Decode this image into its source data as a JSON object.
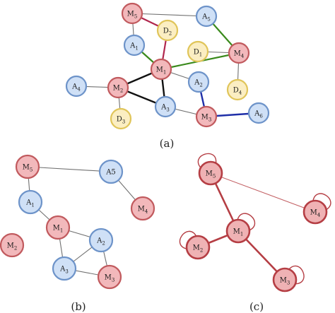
{
  "panels": [
    {
      "id": "a",
      "label": "(a)",
      "nodes": [
        {
          "id": "M5",
          "base": "M",
          "sub": "5",
          "type": "M"
        },
        {
          "id": "D2",
          "base": "D",
          "sub": "2",
          "type": "D"
        },
        {
          "id": "A5",
          "base": "A",
          "sub": "5",
          "type": "A"
        },
        {
          "id": "A1",
          "base": "A",
          "sub": "1",
          "type": "A"
        },
        {
          "id": "D1",
          "base": "D",
          "sub": "1",
          "type": "D"
        },
        {
          "id": "M4",
          "base": "M",
          "sub": "4",
          "type": "M"
        },
        {
          "id": "M1",
          "base": "M",
          "sub": "1",
          "type": "M"
        },
        {
          "id": "A4",
          "base": "A",
          "sub": "4",
          "type": "A"
        },
        {
          "id": "M2",
          "base": "M",
          "sub": "2",
          "type": "M"
        },
        {
          "id": "A2",
          "base": "A",
          "sub": "2",
          "type": "A"
        },
        {
          "id": "D4",
          "base": "D",
          "sub": "4",
          "type": "D"
        },
        {
          "id": "A3",
          "base": "A",
          "sub": "3",
          "type": "A"
        },
        {
          "id": "D3",
          "base": "D",
          "sub": "3",
          "type": "D"
        },
        {
          "id": "M3",
          "base": "M",
          "sub": "3",
          "type": "M"
        },
        {
          "id": "A6",
          "base": "A",
          "sub": "6",
          "type": "A"
        }
      ],
      "edges": [
        {
          "from": "M5",
          "to": "A5",
          "kind": "plain"
        },
        {
          "from": "M5",
          "to": "D2",
          "kind": "red"
        },
        {
          "from": "M5",
          "to": "A1",
          "kind": "plain"
        },
        {
          "from": "D2",
          "to": "M1",
          "kind": "red"
        },
        {
          "from": "A1",
          "to": "M1",
          "kind": "green"
        },
        {
          "from": "A5",
          "to": "M4",
          "kind": "green"
        },
        {
          "from": "D1",
          "to": "M4",
          "kind": "plain"
        },
        {
          "from": "M1",
          "to": "M4",
          "kind": "green"
        },
        {
          "from": "M4",
          "to": "D4",
          "kind": "plain"
        },
        {
          "from": "M1",
          "to": "A2",
          "kind": "plain"
        },
        {
          "from": "A4",
          "to": "M2",
          "kind": "plain"
        },
        {
          "from": "M2",
          "to": "M1",
          "kind": "black"
        },
        {
          "from": "M2",
          "to": "A3",
          "kind": "black"
        },
        {
          "from": "M1",
          "to": "A3",
          "kind": "black"
        },
        {
          "from": "M2",
          "to": "D3",
          "kind": "plain"
        },
        {
          "from": "A3",
          "to": "M3",
          "kind": "plain"
        },
        {
          "from": "A2",
          "to": "M3",
          "kind": "blue"
        },
        {
          "from": "M3",
          "to": "A6",
          "kind": "blue"
        }
      ]
    },
    {
      "id": "b",
      "label": "(b)",
      "nodes": [
        {
          "id": "M5",
          "base": "M",
          "sub": "5",
          "type": "M"
        },
        {
          "id": "A5",
          "base": "A5",
          "sub": "",
          "type": "A"
        },
        {
          "id": "A1",
          "base": "A",
          "sub": "1",
          "type": "A"
        },
        {
          "id": "M4",
          "base": "M",
          "sub": "4",
          "type": "M"
        },
        {
          "id": "M1",
          "base": "M",
          "sub": "1",
          "type": "M"
        },
        {
          "id": "A2",
          "base": "A",
          "sub": "2",
          "type": "A"
        },
        {
          "id": "M2",
          "base": "M",
          "sub": "2",
          "type": "M"
        },
        {
          "id": "A3",
          "base": "A",
          "sub": "3",
          "type": "A"
        },
        {
          "id": "M3",
          "base": "M",
          "sub": "3",
          "type": "M"
        }
      ],
      "edges": [
        {
          "from": "M5",
          "to": "A5",
          "kind": "plain"
        },
        {
          "from": "M5",
          "to": "A1",
          "kind": "plain"
        },
        {
          "from": "A5",
          "to": "M4",
          "kind": "plain"
        },
        {
          "from": "A1",
          "to": "M1",
          "kind": "plain"
        },
        {
          "from": "M1",
          "to": "A2",
          "kind": "plain"
        },
        {
          "from": "M1",
          "to": "A3",
          "kind": "plain"
        },
        {
          "from": "A2",
          "to": "A3",
          "kind": "plain"
        },
        {
          "from": "A3",
          "to": "M3",
          "kind": "plain"
        },
        {
          "from": "A2",
          "to": "M3",
          "kind": "plain"
        }
      ]
    },
    {
      "id": "c",
      "label": "(c)",
      "nodes": [
        {
          "id": "M5",
          "base": "M",
          "sub": "5",
          "type": "Mdark"
        },
        {
          "id": "M4",
          "base": "M",
          "sub": "4",
          "type": "Mdark"
        },
        {
          "id": "M1",
          "base": "M",
          "sub": "1",
          "type": "Mdark"
        },
        {
          "id": "M2",
          "base": "M",
          "sub": "2",
          "type": "Mdark"
        },
        {
          "id": "M3",
          "base": "M",
          "sub": "3",
          "type": "Mdark"
        }
      ],
      "edges": [
        {
          "from": "M5",
          "to": "M4",
          "kind": "thin-red"
        },
        {
          "from": "M5",
          "to": "M1",
          "kind": "thick-red"
        },
        {
          "from": "M1",
          "to": "M2",
          "kind": "thick-red"
        },
        {
          "from": "M1",
          "to": "M3",
          "kind": "thick-red"
        }
      ],
      "loops": [
        "M5",
        "M4",
        "M1",
        "M2",
        "M3"
      ]
    }
  ],
  "colors": {
    "M_fill": "#f2b8bb",
    "M_stroke": "#c15a5e",
    "Mdark_fill": "#efb2b4",
    "Mdark_stroke": "#b53e44",
    "A_fill": "#cfe0f6",
    "A_stroke": "#6d93c9",
    "D_fill": "#fbeec2",
    "D_stroke": "#e0c55a",
    "plain": "#707070",
    "red": "#b0264d",
    "green": "#3a8a1c",
    "black": "#111111",
    "blue": "#1f2fa8",
    "thick-red": "#b53e44",
    "thin-red": "#c25e62"
  }
}
